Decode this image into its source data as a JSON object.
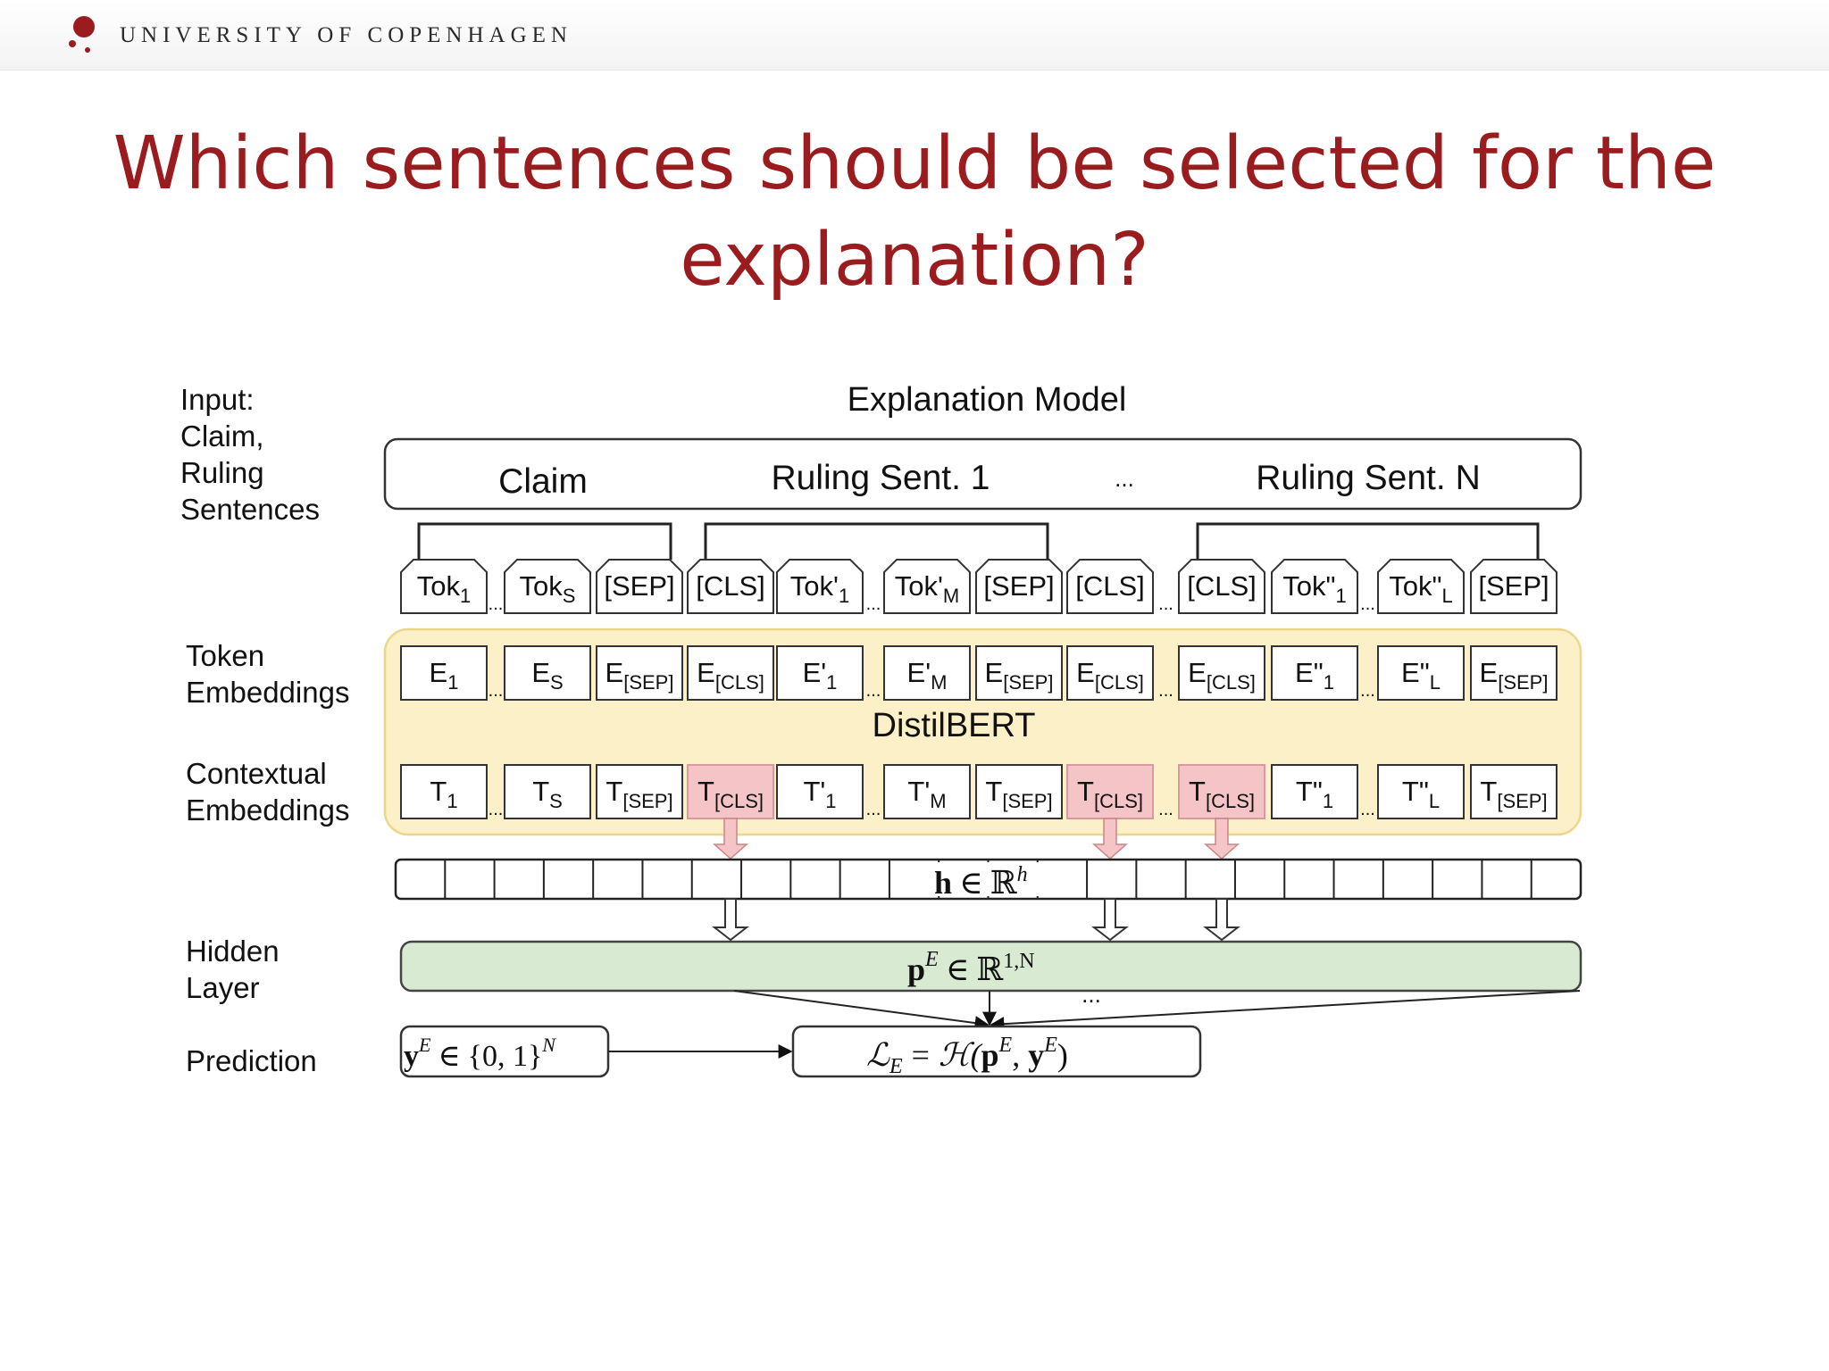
{
  "header": {
    "university": "UNIVERSITY OF COPENHAGEN"
  },
  "slide": {
    "title": "Which sentences should be selected for the explanation?"
  },
  "diagram": {
    "title": "Explanation Model",
    "left_labels": {
      "input_1": "Input:",
      "input_2": "Claim,",
      "input_3": "Ruling",
      "input_4": "Sentences",
      "token_1": "Token",
      "token_2": "Embeddings",
      "context_1": "Contextual",
      "context_2": "Embeddings",
      "hidden_1": "Hidden",
      "hidden_2": "Layer",
      "prediction": "Prediction"
    },
    "segments": {
      "claim": "Claim",
      "ruling_1": "Ruling Sent. 1",
      "ellipsis": "...",
      "ruling_n": "Ruling Sent. N"
    },
    "tokens": [
      {
        "m": "Tok",
        "s": "1"
      },
      {
        "m": "Tok",
        "s": "S"
      },
      {
        "m": "[SEP]",
        "s": ""
      },
      {
        "m": "[CLS]",
        "s": ""
      },
      {
        "m": "Tok'",
        "s": "1"
      },
      {
        "m": "Tok'",
        "s": "M"
      },
      {
        "m": "[SEP]",
        "s": ""
      },
      {
        "m": "[CLS]",
        "s": ""
      },
      {
        "m": "[CLS]",
        "s": ""
      },
      {
        "m": "Tok\"",
        "s": "1"
      },
      {
        "m": "Tok\"",
        "s": "L"
      },
      {
        "m": "[SEP]",
        "s": ""
      }
    ],
    "embeddings": [
      {
        "m": "E",
        "s": "1"
      },
      {
        "m": "E",
        "s": "S"
      },
      {
        "m": "E",
        "s": "[SEP]"
      },
      {
        "m": "E",
        "s": "[CLS]"
      },
      {
        "m": "E'",
        "s": "1"
      },
      {
        "m": "E'",
        "s": "M"
      },
      {
        "m": "E",
        "s": "[SEP]"
      },
      {
        "m": "E",
        "s": "[CLS]"
      },
      {
        "m": "E",
        "s": "[CLS]"
      },
      {
        "m": "E\"",
        "s": "1"
      },
      {
        "m": "E\"",
        "s": "L"
      },
      {
        "m": "E",
        "s": "[SEP]"
      }
    ],
    "contextual": [
      {
        "m": "T",
        "s": "1"
      },
      {
        "m": "T",
        "s": "S"
      },
      {
        "m": "T",
        "s": "[SEP]"
      },
      {
        "m": "T",
        "s": "[CLS]",
        "highlight": true
      },
      {
        "m": "T'",
        "s": "1"
      },
      {
        "m": "T'",
        "s": "M"
      },
      {
        "m": "T",
        "s": "[SEP]"
      },
      {
        "m": "T",
        "s": "[CLS]",
        "highlight": true
      },
      {
        "m": "T",
        "s": "[CLS]",
        "highlight": true
      },
      {
        "m": "T\"",
        "s": "1"
      },
      {
        "m": "T\"",
        "s": "L"
      },
      {
        "m": "T",
        "s": "[SEP]"
      }
    ],
    "encoder": "DistilBERT",
    "hidden_label": {
      "var": "h",
      "rel": "∈",
      "set": "ℝ",
      "sup": "h"
    },
    "hidden_layer_label": {
      "var": "p",
      "sup_var": "E",
      "rel": "∈",
      "set": "ℝ",
      "sup": "1,N"
    },
    "dots": "...",
    "gold_label": {
      "var": "y",
      "sup_var": "E",
      "rel": "∈",
      "set": "{0, 1}",
      "sup": "N"
    },
    "loss": {
      "lhs": "ℒ",
      "lhs_sub": "E",
      "eq": "=",
      "fn": "ℋ(",
      "p": "p",
      "p_sup": "E",
      "comma": ", ",
      "y": "y",
      "y_sup": "E",
      "close": ")"
    }
  },
  "colors": {
    "title": "#9b1c1f",
    "logo": "#9b1c1f",
    "encoder_fill": "#fbf0c7",
    "encoder_border": "#ecd68c",
    "highlight_fill": "#f4c4c6",
    "highlight_border": "#d99a9d",
    "hidden_fill": "#d9ead3",
    "hidden_border": "#444444"
  }
}
